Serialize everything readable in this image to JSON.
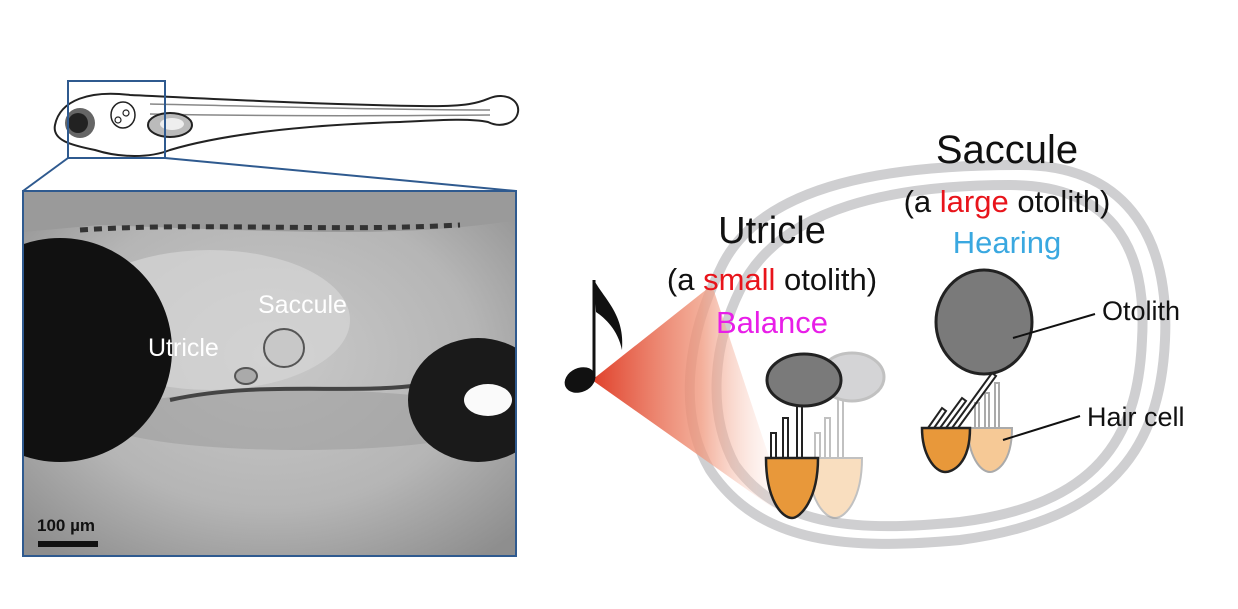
{
  "micrograph": {
    "label_saccule": "Saccule",
    "label_utricle": "Utricle",
    "scale_bar_label": "100 µm"
  },
  "diagram": {
    "saccule": {
      "title": "Saccule",
      "paren_open": "(a ",
      "size_word": "large",
      "paren_close": " otolith)",
      "function": "Hearing"
    },
    "utricle": {
      "title": "Utricle",
      "paren_open": "(a ",
      "size_word": "small",
      "paren_close": " otolith)",
      "function": "Balance"
    },
    "label_otolith": "Otolith",
    "label_hair_cell": "Hair cell"
  },
  "colors": {
    "frame_blue": "#2f5a8f",
    "size_word_red": "#e8141b",
    "hearing_blue": "#3aa8e0",
    "balance_magenta": "#e81ee8",
    "hair_cell_dark": "#e8983a",
    "hair_cell_light": "#f6c996",
    "otolith_dark": "#7a7a7a",
    "otolith_light": "#b9b9bb"
  }
}
